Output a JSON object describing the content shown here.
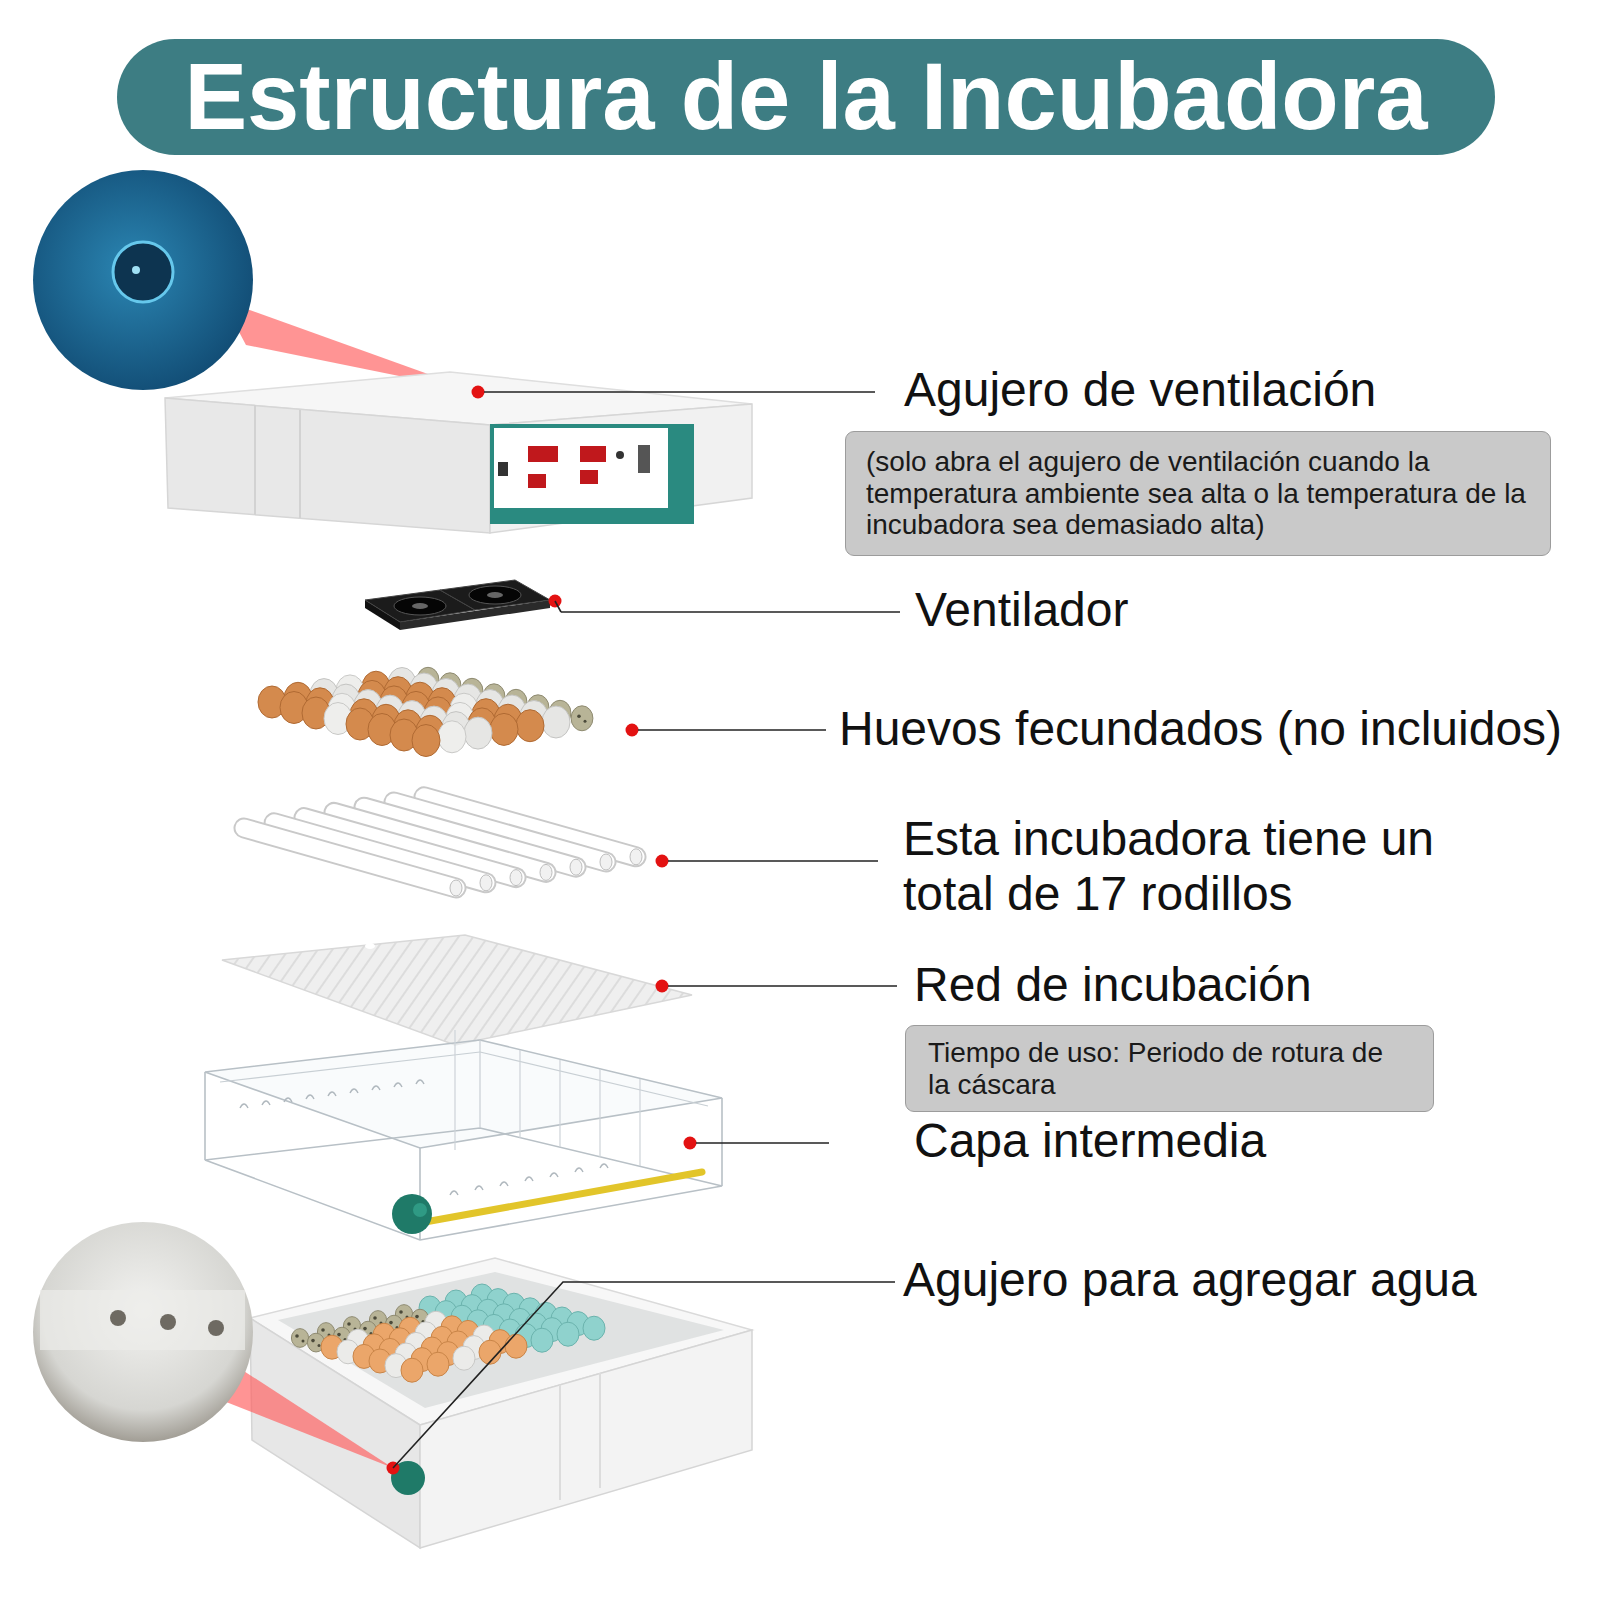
{
  "diagram": {
    "title": "Estructura de la Incubadora",
    "nodes": [
      {
        "text": [
          "Agujero de ventilación",
          "(solo abra el agujero de ventilación cuando la temperatura ambiente sea alta o la temperatura de la incubadora sea demasiado alta)"
        ]
      },
      {
        "text": [
          "Red de incubación",
          "Tiempo de uso: Periodo de rotura de la cáscara"
        ]
      }
    ],
    "labels": [
      "Ventilador",
      "Huevos fecundados (no incluidos)",
      "Esta incubadora tiene un total de 17 rodillos",
      "Capa intermedia",
      "Agujero para agregar agua"
    ]
  }
}
